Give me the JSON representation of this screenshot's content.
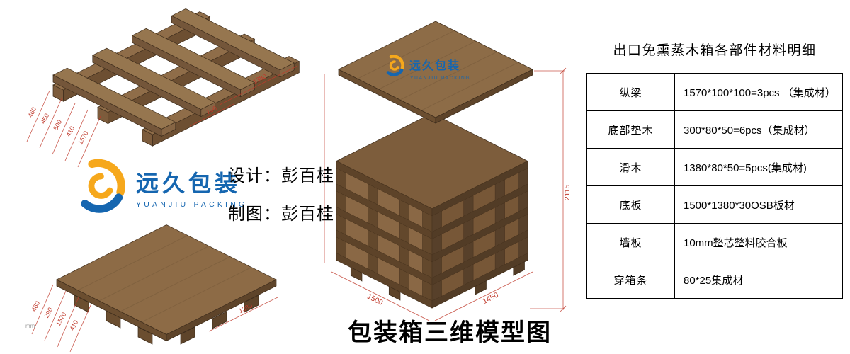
{
  "title": "包装箱三维模型图",
  "credits": {
    "design": "设计：彭百桂",
    "draft": "制图：彭百桂"
  },
  "logo": {
    "name": "远久包装",
    "sub": "YUANJIU PACKING"
  },
  "materials": {
    "title": "出口免熏蒸木箱各部件材料明细",
    "rows": [
      {
        "part": "纵梁",
        "spec": "1570*100*100=3pcs （集成材）"
      },
      {
        "part": "底部垫木",
        "spec": "300*80*50=6pcs（集成材）"
      },
      {
        "part": "滑木",
        "spec": "1380*80*50=5pcs(集成材)"
      },
      {
        "part": "底板",
        "spec": "1500*1380*30OSB板材"
      },
      {
        "part": "墙板",
        "spec": "10mm整芯整料胶合板"
      },
      {
        "part": "穿箱条",
        "spec": "80*25集成材"
      }
    ]
  },
  "dims": {
    "pallet_top": {
      "left": [
        "460",
        "450",
        "500",
        "410",
        "1570"
      ],
      "right": [
        "1380",
        "100"
      ]
    },
    "pallet_bottom": {
      "left": [
        "460",
        "290",
        "1570",
        "410"
      ],
      "right": [
        "1380"
      ]
    },
    "crate": {
      "height": "2115",
      "bottom_left": "1500",
      "bottom_right": "1450"
    }
  },
  "footnote": "mm",
  "colors": {
    "wood": "#8a6845",
    "wood_dark": "#6b4e30",
    "wood_darker": "#5e442a",
    "batten": "#5d4329",
    "dim_red": "#c0392b",
    "logo_blue": "#1566b0",
    "logo_yellow": "#f6a81c"
  }
}
